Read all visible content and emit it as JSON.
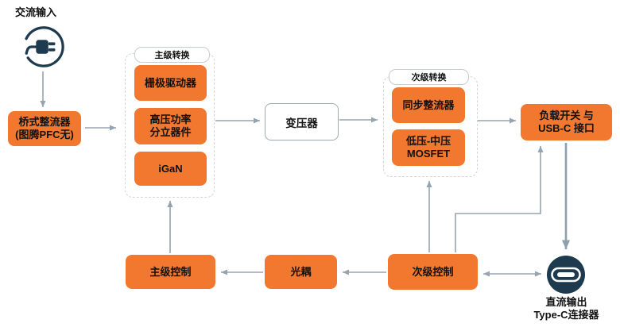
{
  "colors": {
    "accent_orange": "#F1782E",
    "icon_navy": "#1E3A4F",
    "arrow_gray": "#95A4B0",
    "text_dark": "#111111"
  },
  "icons": {
    "ac_plug": "power-plug-icon",
    "usb_c": "usb-c-connector-icon"
  },
  "labels": {
    "ac_input": "交流输入",
    "dc_output": {
      "line1": "直流输出",
      "line2": "Type-C连接器"
    }
  },
  "groups": {
    "primary": {
      "title": "主级转换"
    },
    "secondary": {
      "title": "次级转换"
    }
  },
  "nodes": {
    "bridge_rectifier": {
      "line1": "桥式整流器",
      "line2": "(图腾PFC无)"
    },
    "gate_driver": "栅极驱动器",
    "hv_power_discretes": {
      "line1": "高压功率",
      "line2": "分立器件"
    },
    "igan": "iGaN",
    "transformer": "变压器",
    "sync_rectifier": "同步整流器",
    "lv_mv_mosfet": {
      "line1": "低压-中压",
      "line2": "MOSFET"
    },
    "load_switch_usbc": {
      "line1": "负载开关 与",
      "line2": "USB-C 接口"
    },
    "primary_control": "主级控制",
    "optocoupler": "光耦",
    "secondary_control": "次级控制"
  }
}
